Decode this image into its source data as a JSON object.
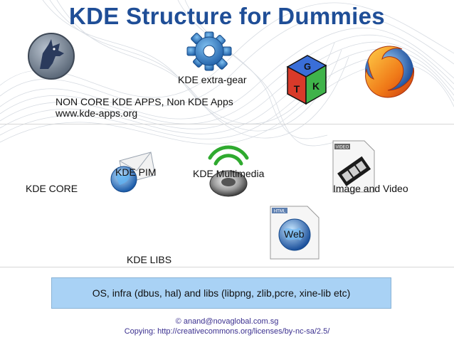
{
  "slide": {
    "title": "KDE Structure for Dummies",
    "labels": {
      "extragear": "KDE extra-gear",
      "noncore_line1": "NON CORE KDE APPS, Non KDE Apps",
      "noncore_line2": "www.kde-apps.org",
      "pim": "KDE PIM",
      "multimedia": "KDE Multimedia",
      "core": "KDE CORE",
      "image_video": "Image and Video",
      "web": "Web",
      "libs": "KDE LIBS"
    },
    "os_box": "OS, infra (dbus, hal) and libs (libpng, zlib,pcre, xine-lib etc)",
    "footer": {
      "email": "© anand@novaglobal.com.sg",
      "license": "Copying: http://creativecommons.org/licenses/by-nc-sa/2.5/"
    },
    "icons": {
      "gtk_letters": [
        "G",
        "T",
        "K"
      ],
      "video_doc_label": "VIDEO",
      "html_doc_label": "HTML"
    }
  }
}
